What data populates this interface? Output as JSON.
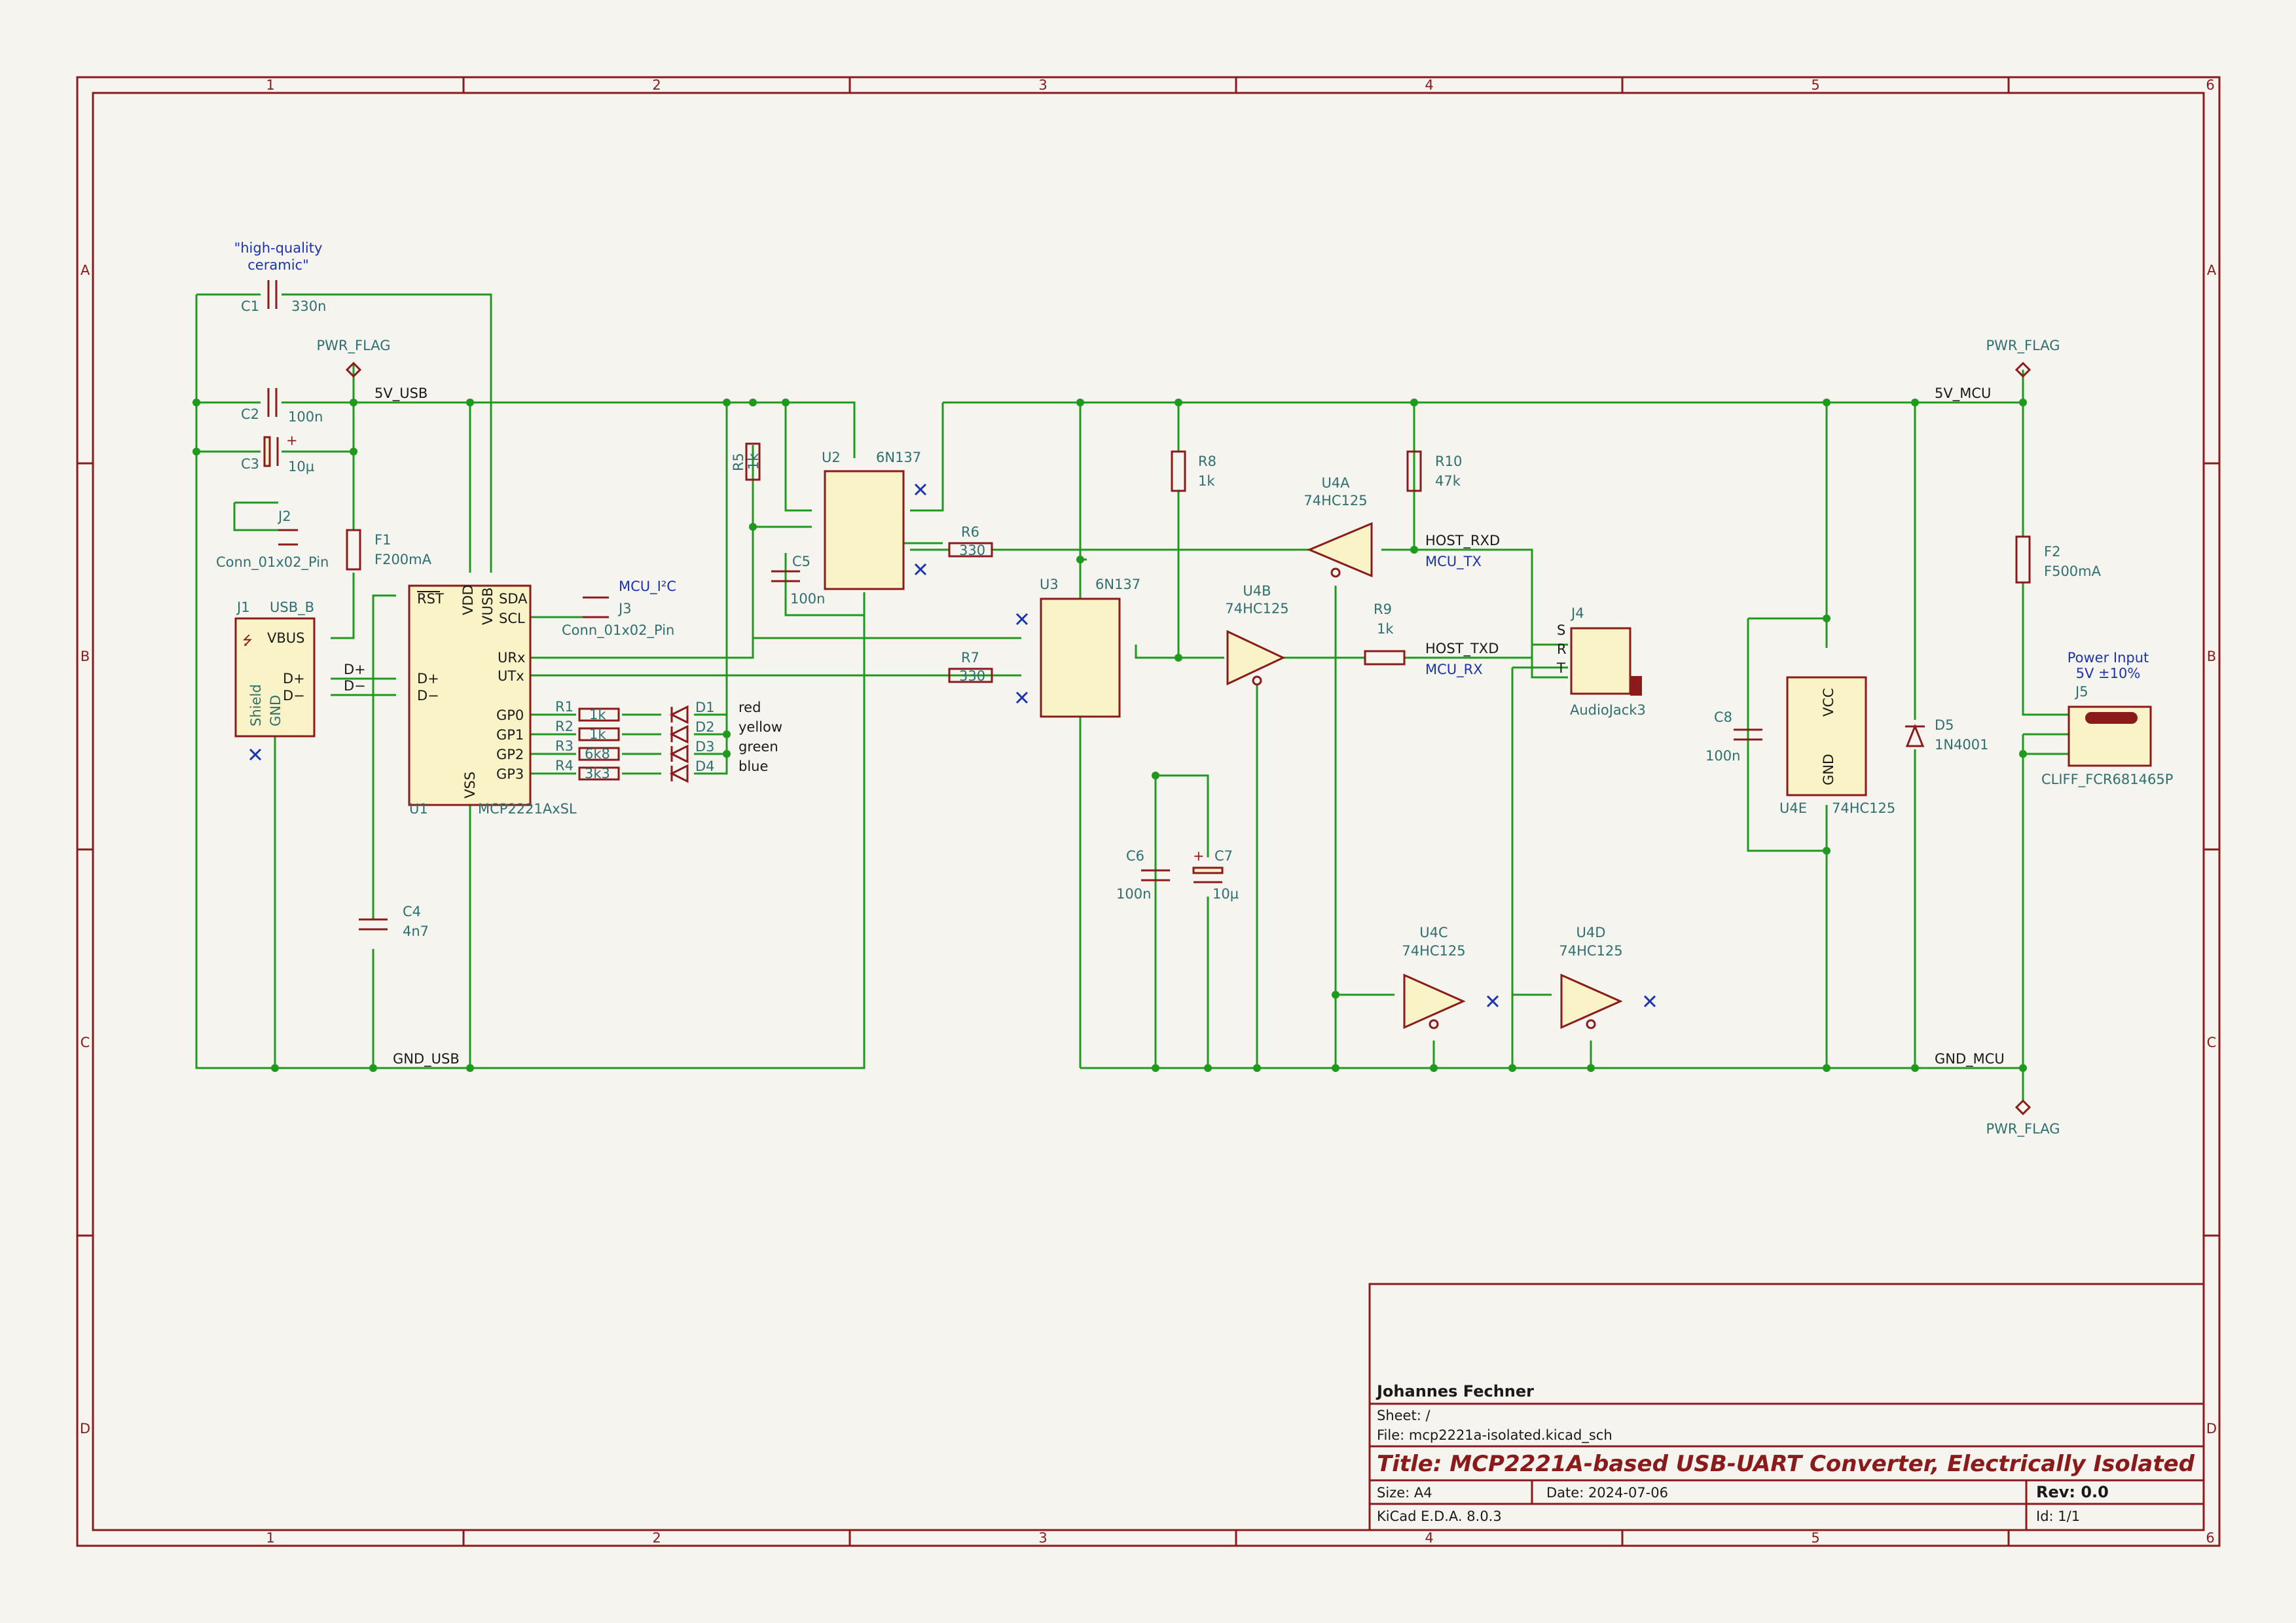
{
  "title_block": {
    "author": "Johannes Fechner",
    "sheet": "Sheet: /",
    "file": "File: mcp2221a-isolated.kicad_sch",
    "title": "Title: MCP2221A-based USB-UART Converter, Electrically Isolated",
    "size": "Size: A4",
    "date": "Date: 2024-07-06",
    "rev": "Rev: 0.0",
    "tool": "KiCad E.D.A. 8.0.3",
    "id": "Id: 1/1"
  },
  "border": {
    "columns": [
      "1",
      "2",
      "3",
      "4",
      "5",
      "6"
    ],
    "rows": [
      "A",
      "B",
      "C",
      "D"
    ]
  },
  "notes": {
    "c1_note_line1": "\"high-quality",
    "c1_note_line2": "ceramic\"",
    "power_input_line1": "Power Input",
    "power_input_line2": "5V ±10%"
  },
  "nets": {
    "v5_usb": "5V_USB",
    "gnd_usb": "GND_USB",
    "v5_mcu": "5V_MCU",
    "gnd_mcu": "GND_MCU",
    "host_rxd": "HOST_RXD",
    "mcu_tx": "MCU_TX",
    "host_txd": "HOST_TXD",
    "mcu_rx": "MCU_RX",
    "mcu_i2c": "MCU_I²C",
    "pwr_flag_1": "PWR_FLAG",
    "pwr_flag_2": "PWR_FLAG",
    "pwr_flag_3": "PWR_FLAG",
    "d_plus": "D+",
    "d_minus": "D−"
  },
  "components": {
    "c1": {
      "ref": "C1",
      "value": "330n"
    },
    "c2": {
      "ref": "C2",
      "value": "100n"
    },
    "c3": {
      "ref": "C3",
      "value": "10µ"
    },
    "c4": {
      "ref": "C4",
      "value": "4n7"
    },
    "c5": {
      "ref": "C5",
      "value": "100n"
    },
    "c6": {
      "ref": "C6",
      "value": "100n"
    },
    "c7": {
      "ref": "C7",
      "value": "10µ"
    },
    "c8": {
      "ref": "C8",
      "value": "100n"
    },
    "j1": {
      "ref": "J1",
      "value": "USB_B"
    },
    "j2": {
      "ref": "J2",
      "value": "Conn_01x02_Pin"
    },
    "j3": {
      "ref": "J3",
      "value": "Conn_01x02_Pin"
    },
    "j4": {
      "ref": "J4",
      "value": "AudioJack3"
    },
    "j5": {
      "ref": "J5",
      "value": "CLIFF_FCR681465P"
    },
    "f1": {
      "ref": "F1",
      "value": "F200mA"
    },
    "f2": {
      "ref": "F2",
      "value": "F500mA"
    },
    "u1": {
      "ref": "U1",
      "value": "MCP2221AxSL"
    },
    "u2": {
      "ref": "U2",
      "value": "6N137"
    },
    "u3": {
      "ref": "U3",
      "value": "6N137"
    },
    "u4a": {
      "ref": "U4A",
      "value": "74HC125"
    },
    "u4b": {
      "ref": "U4B",
      "value": "74HC125"
    },
    "u4c": {
      "ref": "U4C",
      "value": "74HC125"
    },
    "u4d": {
      "ref": "U4D",
      "value": "74HC125"
    },
    "u4e": {
      "ref": "U4E",
      "value": "74HC125"
    },
    "r1": {
      "ref": "R1",
      "value": "1k"
    },
    "r2": {
      "ref": "R2",
      "value": "1k"
    },
    "r3": {
      "ref": "R3",
      "value": "6k8"
    },
    "r4": {
      "ref": "R4",
      "value": "3k3"
    },
    "r5": {
      "ref": "R5",
      "value": "1k"
    },
    "r6": {
      "ref": "R6",
      "value": "330"
    },
    "r7": {
      "ref": "R7",
      "value": "330"
    },
    "r8": {
      "ref": "R8",
      "value": "1k"
    },
    "r9": {
      "ref": "R9",
      "value": "1k"
    },
    "r10": {
      "ref": "R10",
      "value": "47k"
    },
    "d1": {
      "ref": "D1",
      "value": "red"
    },
    "d2": {
      "ref": "D2",
      "value": "yellow"
    },
    "d3": {
      "ref": "D3",
      "value": "green"
    },
    "d4": {
      "ref": "D4",
      "value": "blue"
    },
    "d5": {
      "ref": "D5",
      "value": "1N4001"
    }
  },
  "u1_pins": {
    "rst": "RST",
    "vdd": "VDD",
    "vusb": "VUSB",
    "sda": "SDA",
    "scl": "SCL",
    "urx": "URx",
    "utx": "UTx",
    "dp": "D+",
    "dm": "D−",
    "gp0": "GP0",
    "gp1": "GP1",
    "gp2": "GP2",
    "gp3": "GP3",
    "vss": "VSS"
  },
  "j1_pins": {
    "vbus": "VBUS",
    "dp": "D+",
    "dm": "D−",
    "shield": "Shield",
    "gnd": "GND"
  },
  "u4e_pins": {
    "vcc": "VCC",
    "gnd": "GND"
  },
  "j4_pins": {
    "s": "S",
    "r": "R",
    "t": "T"
  }
}
